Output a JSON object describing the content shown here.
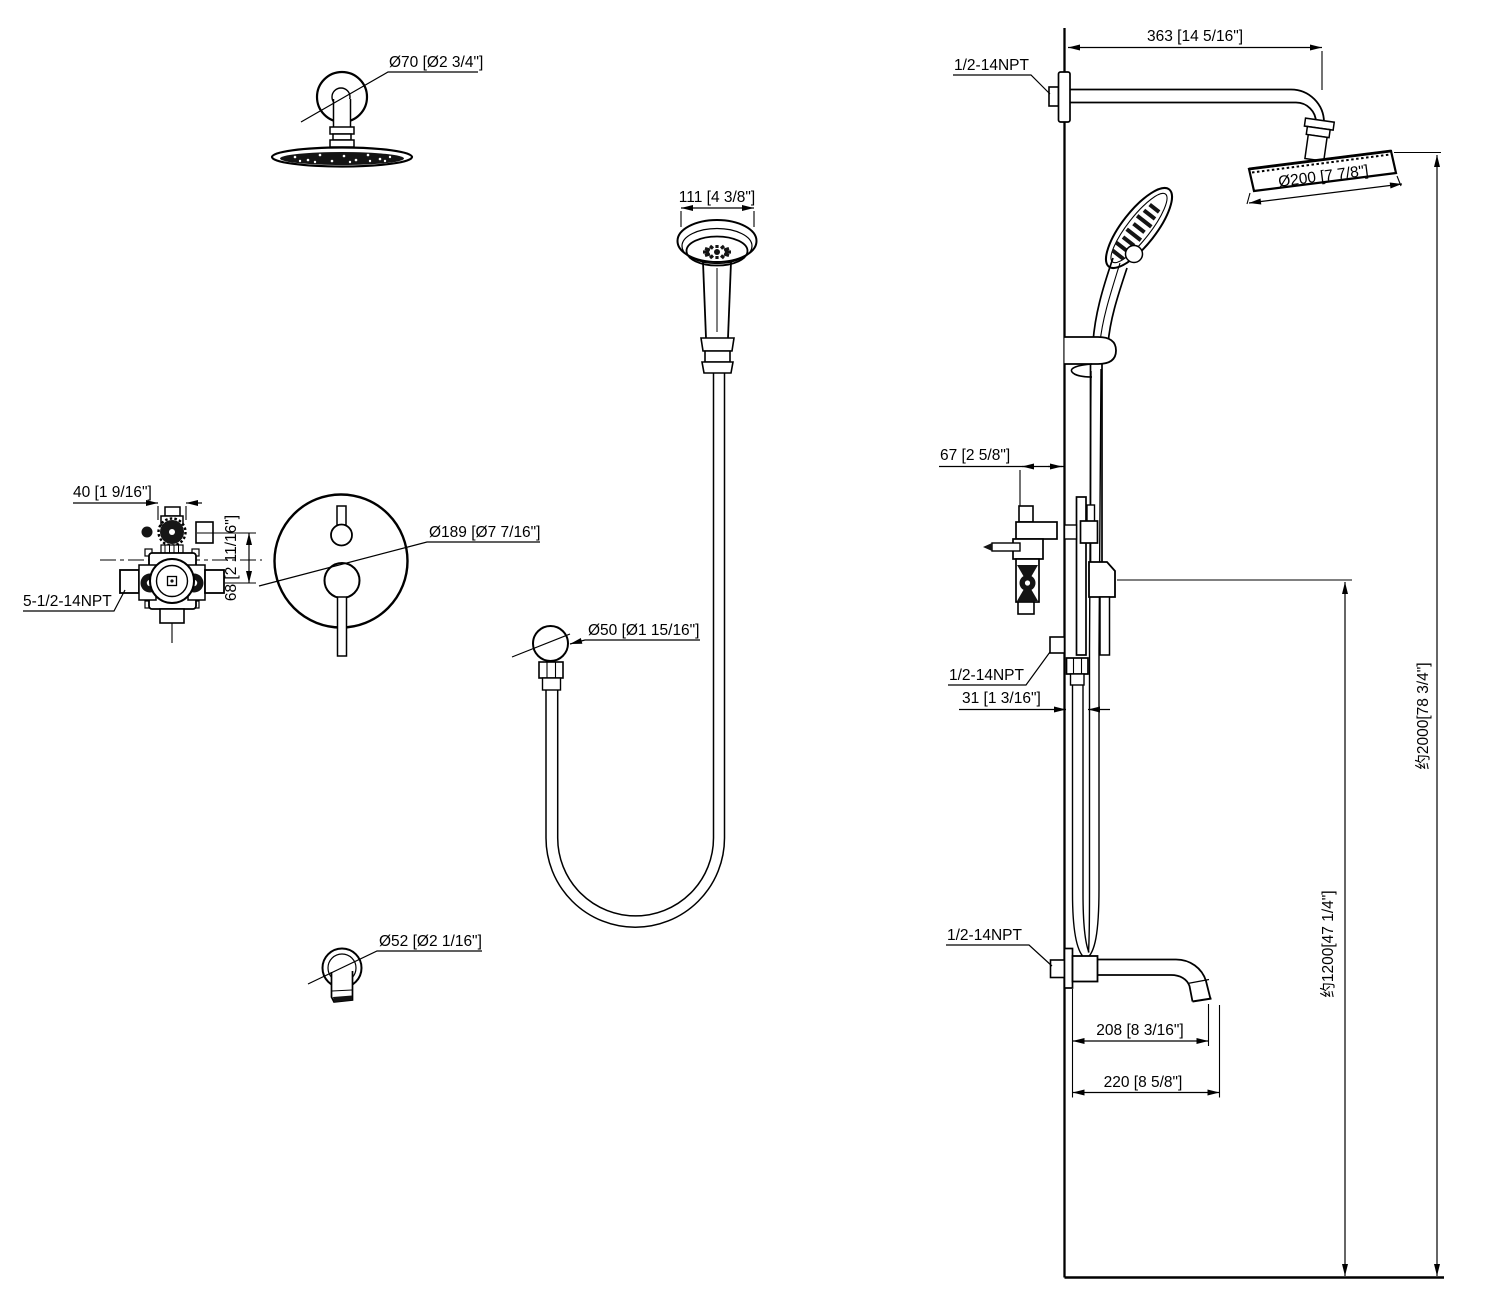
{
  "drawing": {
    "background": "#ffffff",
    "line_color": "#000000",
    "detail_views": {
      "rain_head": {
        "dia_label": "Ø70 [Ø2 3/4\"]"
      },
      "hand_shower": {
        "width_label": "111 [4 3/8\"]"
      },
      "rough_in_valve": {
        "width_label": "40 [1 9/16\"]",
        "height_label": "68 [2 11/16\"]",
        "thread_label": "5-1/2-14NPT"
      },
      "trim_plate": {
        "dia_label": "Ø189 [Ø7 7/16\"]"
      },
      "hose_elbow": {
        "dia_label": "Ø50 [Ø1 15/16\"]"
      },
      "tub_spout": {
        "dia_label": "Ø52 [Ø2 1/16\"]"
      }
    },
    "assembly_view": {
      "arm_length": "363 [14 5/16\"]",
      "arm_thread": "1/2-14NPT",
      "head_dia": "Ø200 [7 7/8\"]",
      "valve_depth": "67 [2 5/8\"]",
      "outlet_thread": "1/2-14NPT",
      "hose_offset": "31 [1 3/16\"]",
      "spout_thread": "1/2-14NPT",
      "spout_reach": "208 [8 3/16\"]",
      "spout_overall": "220 [8 5/8\"]",
      "overall_height": "约2000[78 3/4\"]",
      "hose_drop_height": "约1200[47 1/4\"]"
    }
  }
}
